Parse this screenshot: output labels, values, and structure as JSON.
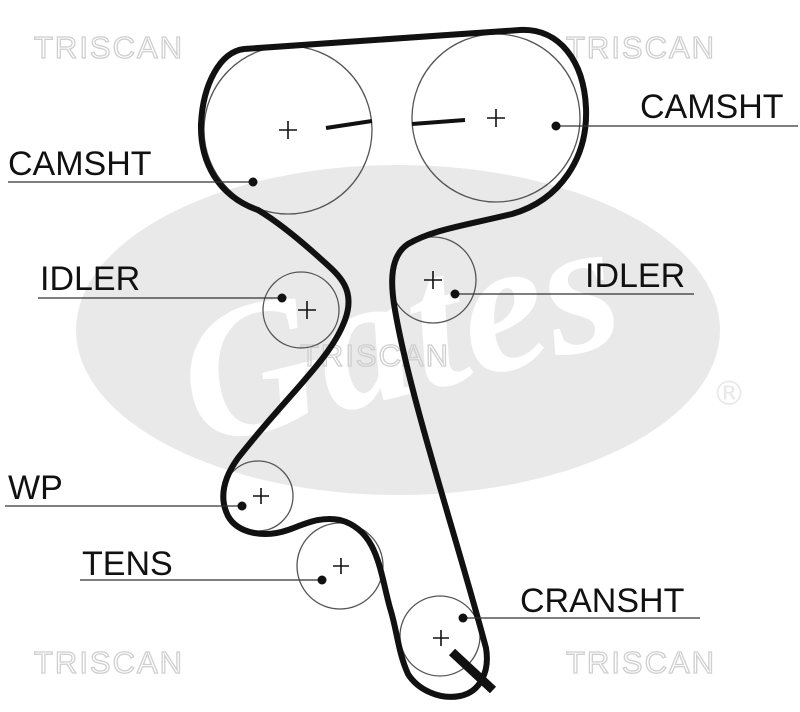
{
  "labels": {
    "camshaft_left": "CAMSHT",
    "camshaft_right": "CAMSHT",
    "idler_left": "IDLER",
    "idler_right": "IDLER",
    "water_pump": "WP",
    "tensioner": "TENS",
    "crankshaft": "CRANSHT"
  },
  "watermark": {
    "text": "TRISCAN",
    "logo_text": "Gates",
    "registered_mark": "®"
  },
  "colors": {
    "belt": "#111111",
    "pulley": "#555555",
    "leader": "#333333",
    "logo": "#e9e9e9",
    "watermark": "#cfcfcf"
  }
}
